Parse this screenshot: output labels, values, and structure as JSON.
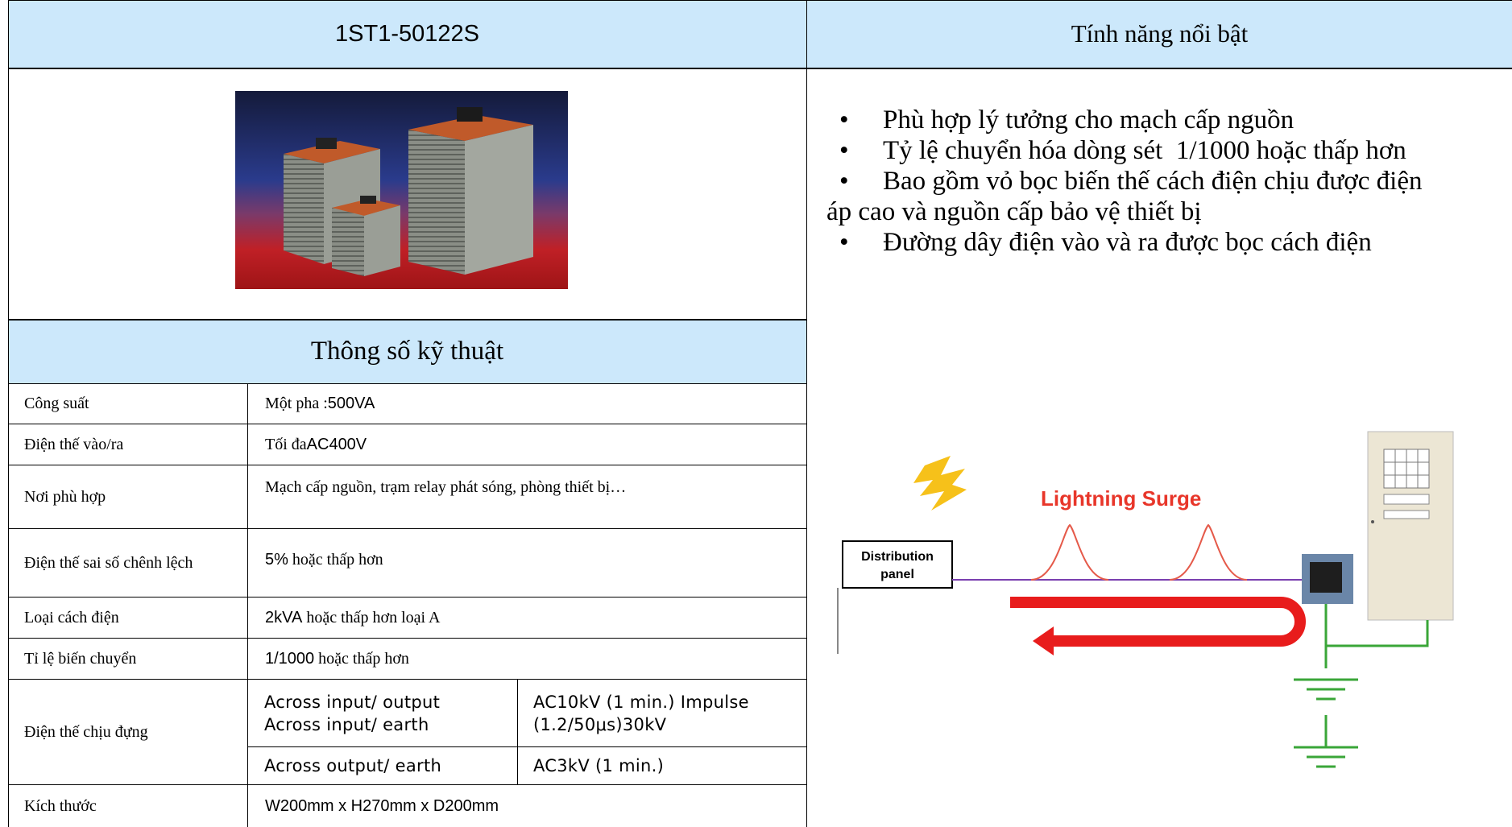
{
  "product": {
    "model": "1ST1-50122S",
    "spec_title": "Thông số kỹ thuật"
  },
  "features": {
    "title": "Tính năng nổi bật",
    "items": [
      "Phù hợp lý tưởng cho mạch cấp nguồn",
      "Tỷ lệ chuyển hóa dòng sét  1/1000 hoặc thấp hơn",
      "Bao gồm vỏ bọc biến thế cách điện chịu được điện",
      "Đường dây điện vào và ra được bọc cách điện"
    ],
    "continuation": "áp cao và nguồn cấp bảo vệ thiết bị",
    "bullet": "•"
  },
  "specs": {
    "power_label": "Công suất",
    "power_prefix": "Một pha : ",
    "power_value": "500VA",
    "voltage_label": "Điện thế vào/ra",
    "voltage_prefix": "Tối đa ",
    "voltage_value": "AC400V",
    "suitable_label": "Nơi phù hợp",
    "suitable_value": "Mạch cấp nguồn, trạm relay phát sóng, phòng thiết bị…",
    "deviation_label": "Điện thế sai số chênh lệch",
    "deviation_num": "5%",
    "deviation_suffix": " hoặc thấp hơn",
    "insulation_label": "Loại cách điện",
    "insulation_num": "2kVA",
    "insulation_suffix": " hoặc thấp hơn loại A",
    "ratio_label": "Tỉ lệ biến chuyển",
    "ratio_num": "1/1000",
    "ratio_suffix": " hoặc thấp hơn",
    "withstand_label": "Điện thế chịu đựng",
    "withstand_a_line1": "Across input/ output",
    "withstand_a_line2": "Across input/ earth",
    "withstand_a_val_line1": "AC10kV (1 min.) Impulse",
    "withstand_a_val_line2": "(1.2/50μs)30kV",
    "withstand_b": "Across output/ earth",
    "withstand_b_val": "AC3kV (1 min.)",
    "size_label": "Kích thước",
    "size_value": "W200mm x H270mm x D200mm"
  },
  "diagram": {
    "distribution_line1": "Distribution",
    "distribution_line2": "panel",
    "surge_label": "Lightning Surge"
  }
}
